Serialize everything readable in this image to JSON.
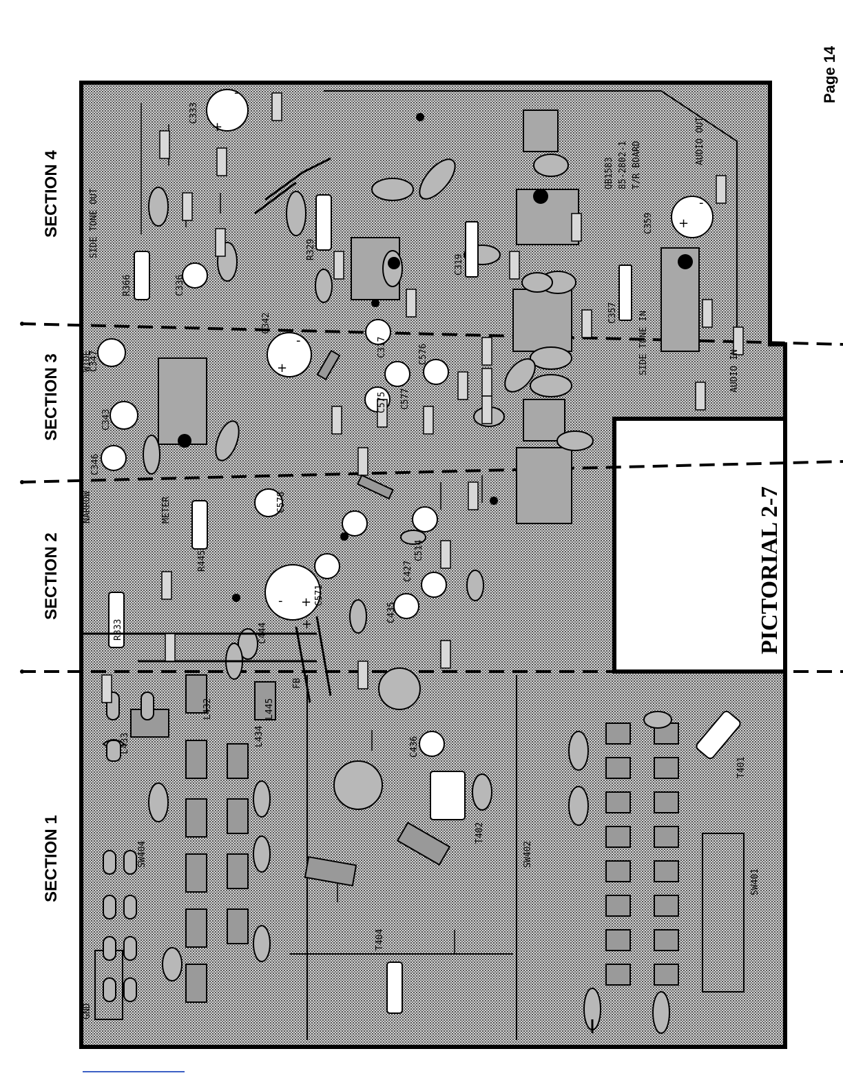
{
  "page_label": "Page 14",
  "pictorial_label": "PICTORIAL 2-7",
  "sections": [
    "SECTION 1",
    "SECTION 2",
    "SECTION 3",
    "SECTION 4"
  ],
  "board_id": [
    "QB1583",
    "85-2802-1",
    "T/R BOARD"
  ],
  "components": {
    "large_caps": [
      "C333",
      "C336",
      "C342",
      "C347",
      "C343",
      "C346",
      "C578",
      "C575",
      "C577",
      "C317",
      "C576",
      "C514",
      "C427",
      "C435",
      "C571",
      "C444",
      "C436",
      "C359"
    ],
    "resistor_boxes": [
      "R333",
      "R445",
      "R329",
      "R366"
    ],
    "misc_labels": [
      "C319",
      "C357",
      "T402",
      "T401",
      "T404",
      "SW404",
      "SW402",
      "SW401",
      "L433",
      "L434",
      "L432",
      "L445",
      "SIDE TONE OUT",
      "SIDE TONE IN",
      "AUDIO OUT",
      "AUDIO IN",
      "GND",
      "NARROW",
      "WIDE",
      "METER",
      "FB"
    ]
  },
  "colors": {
    "board_fill": "#bdbdbd",
    "outline": "#000000",
    "highlight": "#ffffff",
    "footer_rule": "#3b5fc4"
  }
}
